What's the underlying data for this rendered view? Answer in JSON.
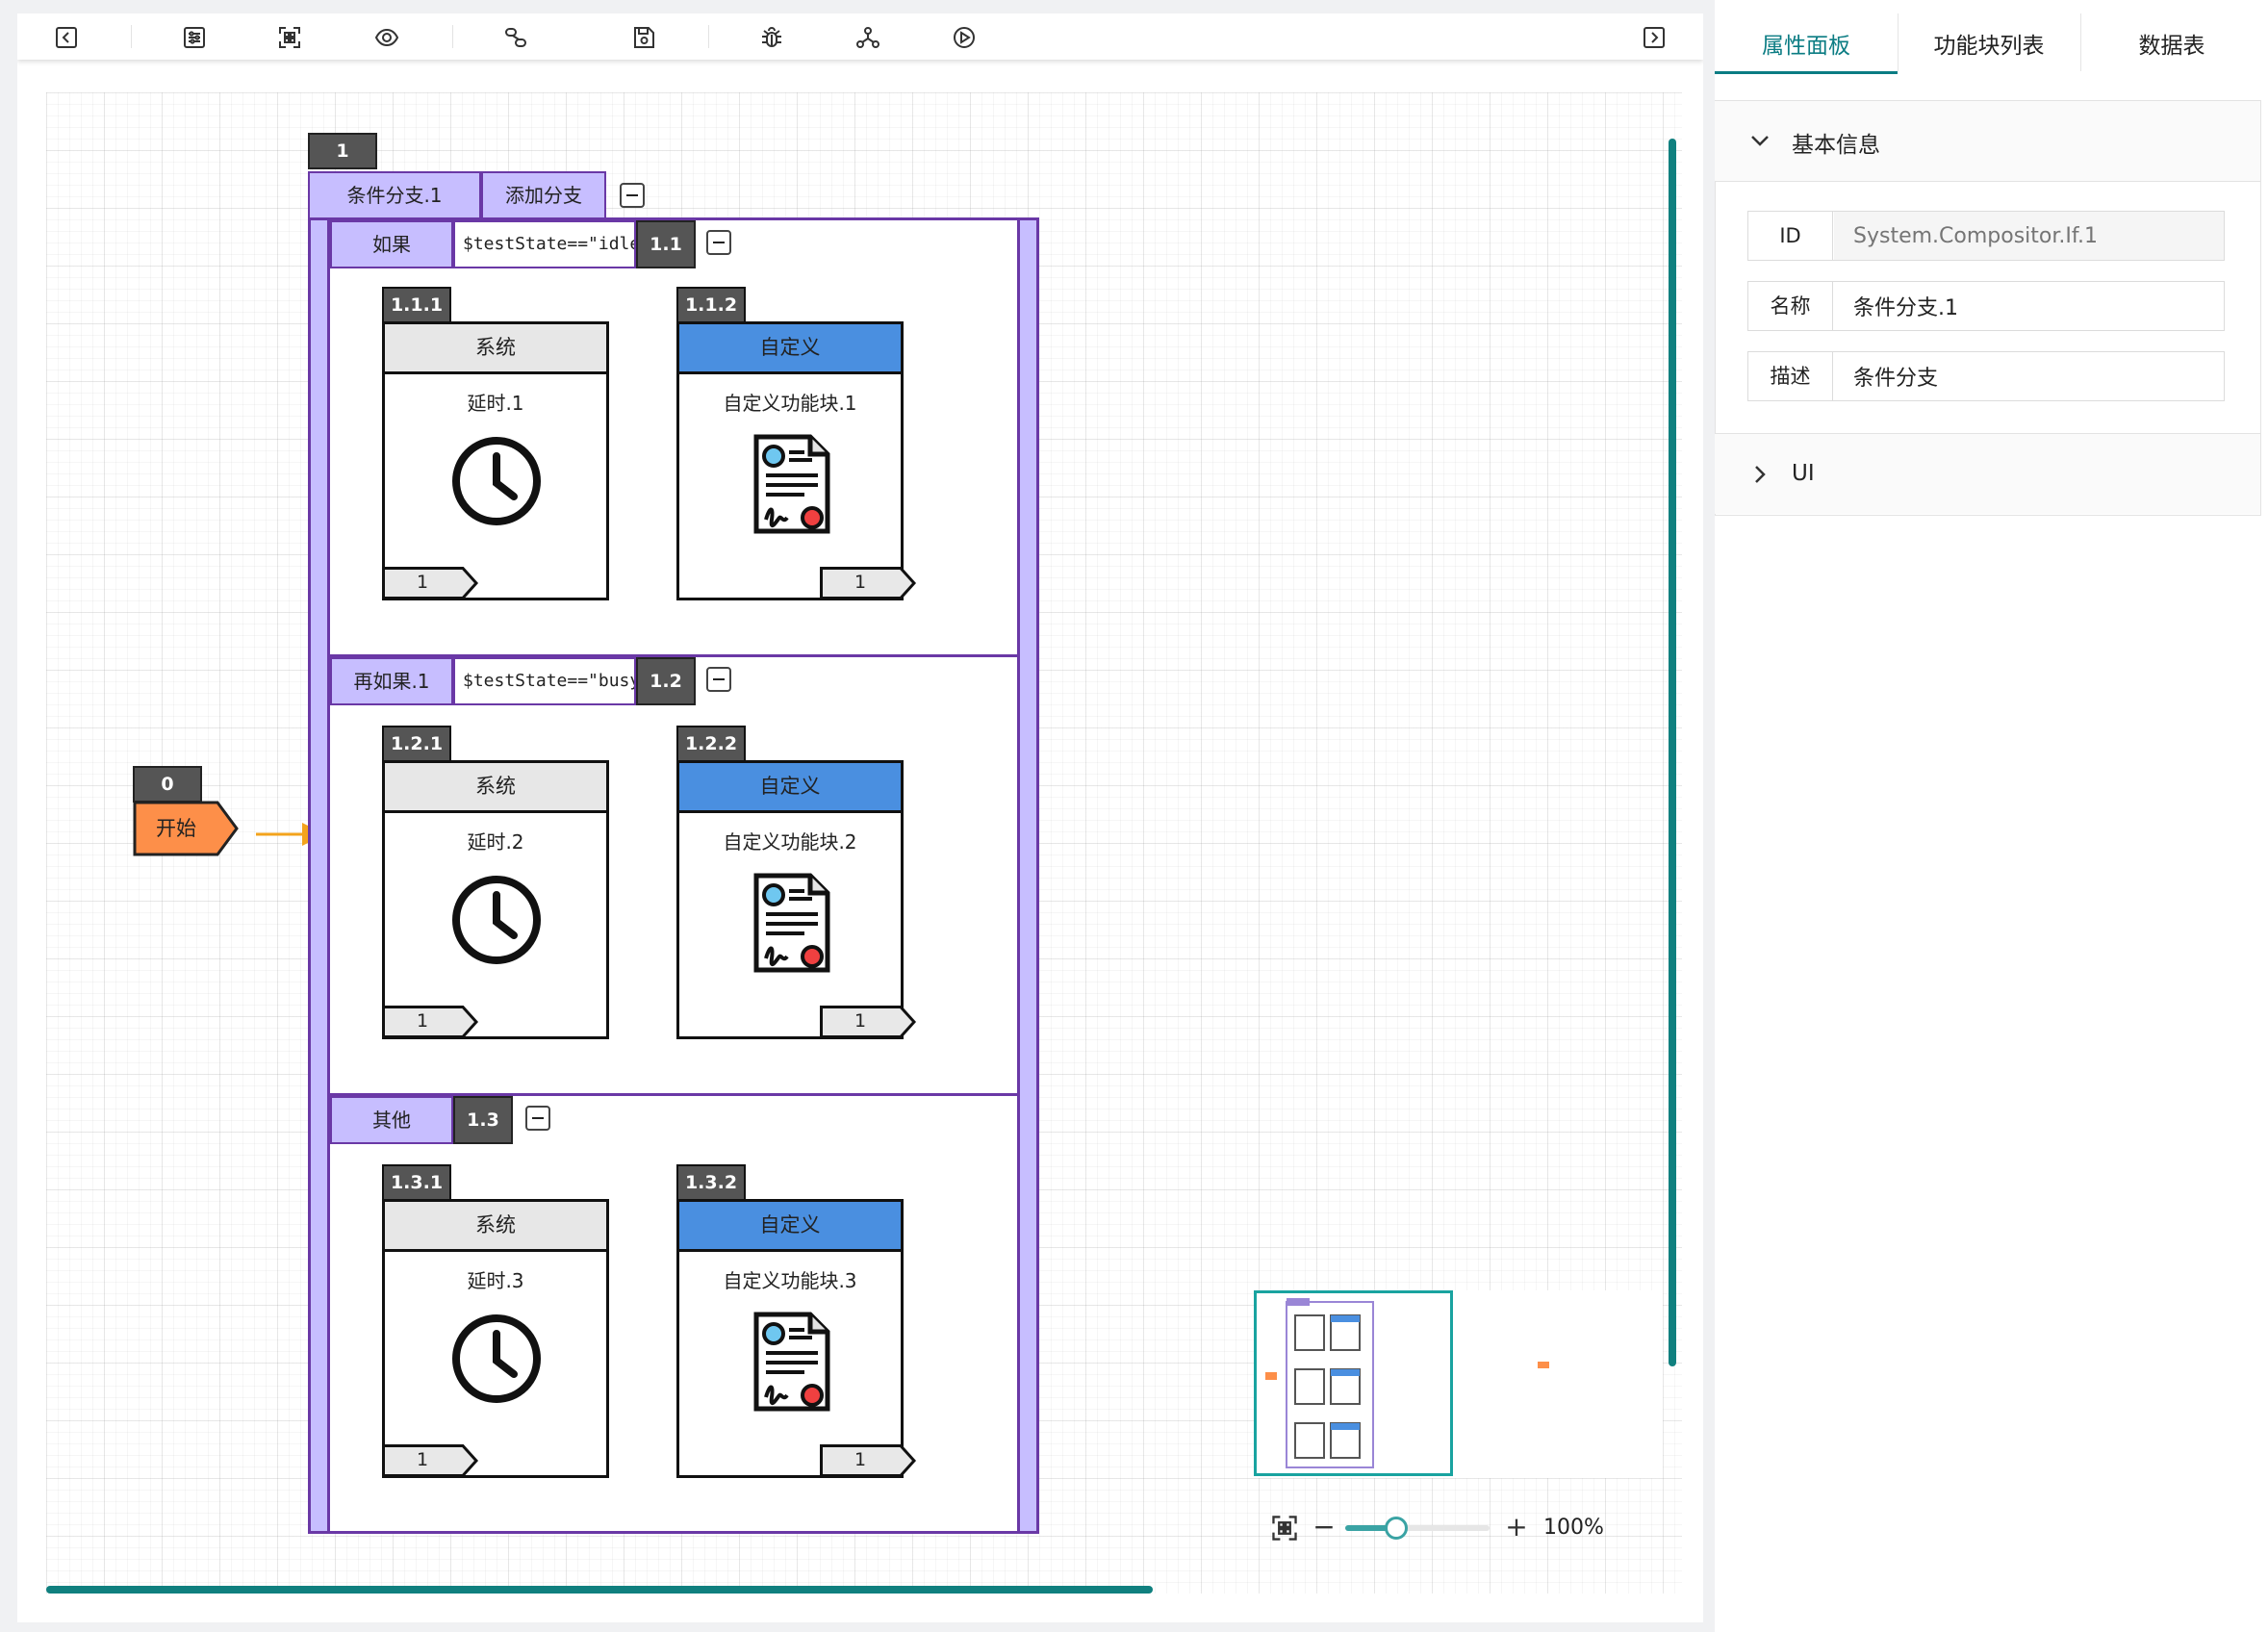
{
  "toolbar": {
    "icons": [
      "panel-collapse-icon",
      "settings-sliders-icon",
      "fit-view-icon",
      "eye-icon",
      "link-icon",
      "save-icon",
      "debug-bug-icon",
      "network-icon",
      "play-icon",
      "panel-expand-icon"
    ]
  },
  "diagram": {
    "start": {
      "id": "0",
      "label": "开始",
      "color": "#fd8f49"
    },
    "compositor": {
      "id": "1",
      "name": "条件分支.1",
      "add_branch": "添加分支"
    },
    "branches": [
      {
        "keyword": "如果",
        "condition": "$testState==\"idle\"",
        "id": "1.1",
        "blocks": [
          {
            "id": "1.1.1",
            "category": "系统",
            "name": "延时.1",
            "port": "1",
            "icon": "clock-icon"
          },
          {
            "id": "1.1.2",
            "category": "自定义",
            "name": "自定义功能块.1",
            "port": "1",
            "icon": "certificate-document-icon"
          }
        ]
      },
      {
        "keyword": "再如果.1",
        "condition": "$testState==\"busy\"",
        "id": "1.2",
        "blocks": [
          {
            "id": "1.2.1",
            "category": "系统",
            "name": "延时.2",
            "port": "1",
            "icon": "clock-icon"
          },
          {
            "id": "1.2.2",
            "category": "自定义",
            "name": "自定义功能块.2",
            "port": "1",
            "icon": "certificate-document-icon"
          }
        ]
      },
      {
        "keyword": "其他",
        "condition": "",
        "id": "1.3",
        "blocks": [
          {
            "id": "1.3.1",
            "category": "系统",
            "name": "延时.3",
            "port": "1",
            "icon": "clock-icon"
          },
          {
            "id": "1.3.2",
            "category": "自定义",
            "name": "自定义功能块.3",
            "port": "1",
            "icon": "certificate-document-icon"
          }
        ]
      }
    ],
    "colors": {
      "system_header": "#e7e7e7",
      "custom_header": "#4a8fe0",
      "branch": "#c7beff",
      "arrow": "#f3a31c",
      "scrollbar": "#10807f"
    }
  },
  "zoom": {
    "level": "100%",
    "value": 0.35
  },
  "panel": {
    "tabs": [
      "属性面板",
      "功能块列表",
      "数据表"
    ],
    "active_tab": 0,
    "sections": [
      {
        "title": "基本信息",
        "expanded": true
      },
      {
        "title": "UI",
        "expanded": false
      }
    ],
    "fields": [
      {
        "label": "ID",
        "value": "",
        "placeholder": "System.Compositor.If.1"
      },
      {
        "label": "名称",
        "value": "条件分支.1"
      },
      {
        "label": "描述",
        "value": "条件分支"
      }
    ]
  }
}
